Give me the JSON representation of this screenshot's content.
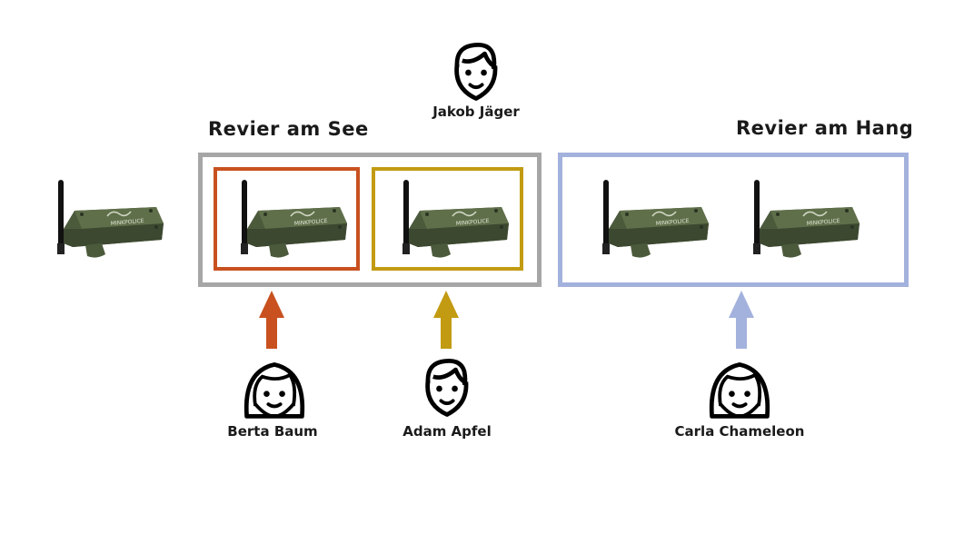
{
  "regions": [
    {
      "title": "Revier am See",
      "border_color": "#a6a6a6"
    },
    {
      "title": "Revier am Hang",
      "border_color": "#a3b1dd"
    }
  ],
  "people": {
    "jakob": {
      "name": "Jakob Jäger",
      "icon": "male-face-icon"
    },
    "berta": {
      "name": "Berta Baum",
      "icon": "female-face-icon",
      "color": "#c8511f"
    },
    "adam": {
      "name": "Adam Apfel",
      "icon": "male-face-icon",
      "color": "#c29b12"
    },
    "carla": {
      "name": "Carla Chameleon",
      "icon": "female-face-icon",
      "color": "#a3b1dd"
    }
  },
  "devices": [
    {
      "id": "standalone",
      "icon": "sensor-device-icon"
    },
    {
      "id": "see-berta",
      "icon": "sensor-device-icon"
    },
    {
      "id": "see-adam",
      "icon": "sensor-device-icon"
    },
    {
      "id": "hang-1",
      "icon": "sensor-device-icon"
    },
    {
      "id": "hang-2",
      "icon": "sensor-device-icon"
    }
  ],
  "device_brand_text": "MINKPOLICE"
}
